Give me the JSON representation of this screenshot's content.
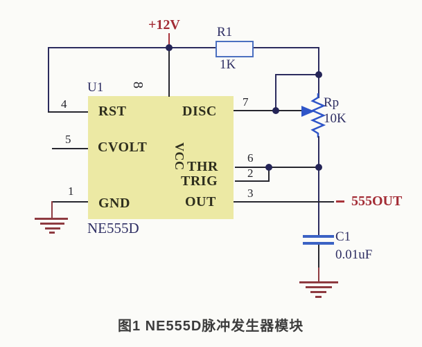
{
  "labels": {
    "supply": "+12V",
    "output_net": "555OUT"
  },
  "ic": {
    "designator": "U1",
    "part_number": "NE555D",
    "vcc_pin_number": "8",
    "vcc_pin_name": "VCC",
    "pins": {
      "rst": {
        "number": "4",
        "name": "RST"
      },
      "cvolt": {
        "number": "5",
        "name": "CVOLT"
      },
      "gnd": {
        "number": "1",
        "name": "GND"
      },
      "disc": {
        "number": "7",
        "name": "DISC"
      },
      "thr": {
        "number": "6",
        "name": "THR"
      },
      "trig": {
        "number": "2",
        "name": "TRIG"
      },
      "out": {
        "number": "3",
        "name": "OUT"
      }
    }
  },
  "components": {
    "r1": {
      "designator": "R1",
      "value": "1K"
    },
    "rp": {
      "designator": "Rp",
      "value": "10K"
    },
    "c1": {
      "designator": "C1",
      "value": "0.01uF"
    }
  },
  "caption": "图1 NE555D脉冲发生器模块",
  "colors": {
    "wire_navy": "#2b2b5e",
    "wire_dark": "#26262e",
    "component_blue": "#2f55c8",
    "resistor_outline_blue": "#4a6fc0",
    "ic_fill": "#ece9a4",
    "net_label_red": "#a32c35",
    "ground_maroon": "#8e3a40",
    "label_navy": "#2e2e63",
    "caption_dark": "#3c3c3c",
    "background": "#fbfbf8"
  }
}
